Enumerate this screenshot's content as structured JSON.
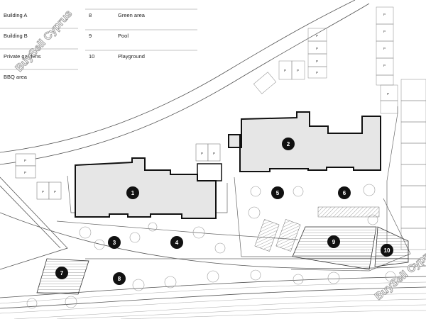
{
  "legend": {
    "left": [
      {
        "number": "",
        "label": "Building A"
      },
      {
        "number": "",
        "label": "Building B"
      },
      {
        "number": "",
        "label": "Private gardens"
      },
      {
        "number": "",
        "label": "BBQ area"
      }
    ],
    "right": [
      {
        "number": "8",
        "label": "Green area"
      },
      {
        "number": "9",
        "label": "Pool"
      },
      {
        "number": "10",
        "label": "Playground"
      }
    ]
  },
  "markers": [
    "1",
    "2",
    "3",
    "4",
    "5",
    "6",
    "7",
    "8",
    "9",
    "10"
  ],
  "parking_label": "P",
  "watermark": "BuySell Cyprus",
  "colors": {
    "marker_fill": "#111111",
    "building_fill": "#e6e6e6",
    "line": "#333333",
    "background": "#ffffff"
  }
}
